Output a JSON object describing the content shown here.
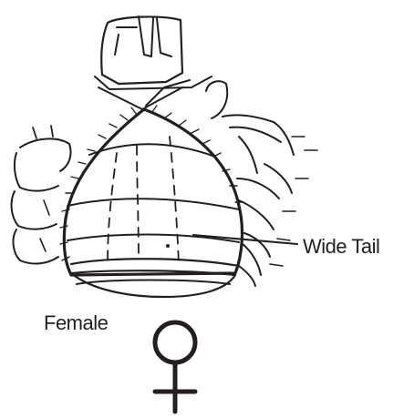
{
  "labels": {
    "tail": "Wide Tail",
    "sex": "Female"
  },
  "colors": {
    "ink": "#231f20",
    "background": "#ffffff"
  },
  "icons": {
    "sex_symbol": "venus-female-symbol"
  }
}
